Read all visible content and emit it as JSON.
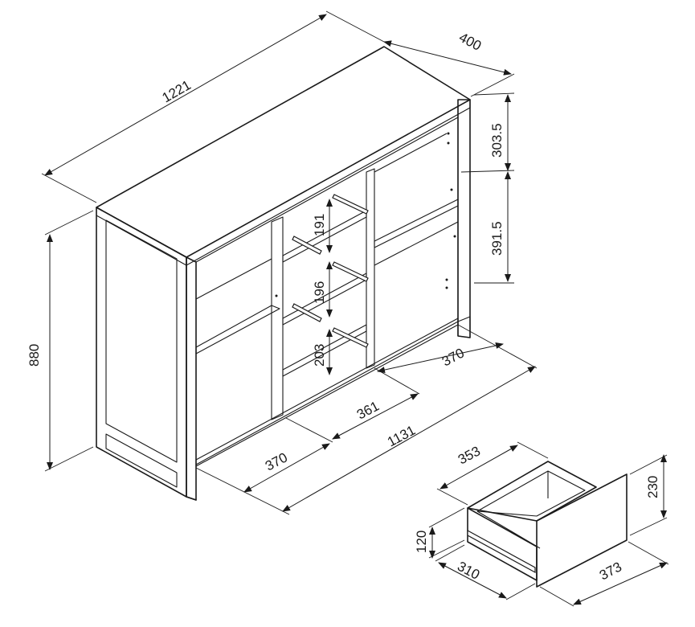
{
  "dimensions": {
    "total_width": "1221",
    "depth": "400",
    "height": "880",
    "shelf_upper": "303.5",
    "shelf_lower": "391.5",
    "drawer_gap_1": "191",
    "drawer_gap_2": "196",
    "drawer_gap_3": "203",
    "inner_width": "1131",
    "left_bay": "370",
    "middle_bay": "361",
    "right_bay": "370"
  },
  "drawer": {
    "width": "353",
    "height": "230",
    "side_height": "120",
    "depth": "310",
    "front_width": "373"
  },
  "colors": {
    "line": "#1a1a1a",
    "background": "#ffffff"
  }
}
